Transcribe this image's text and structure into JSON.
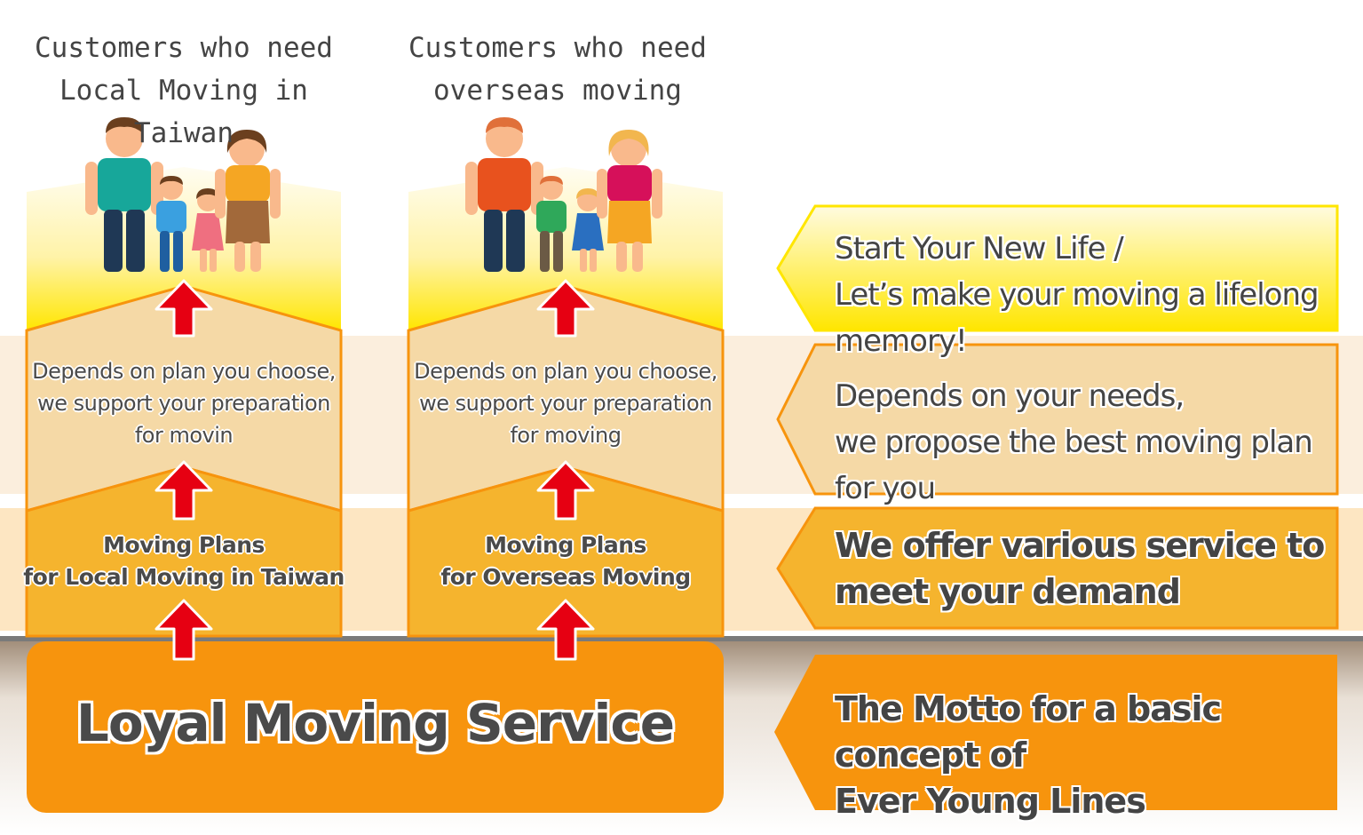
{
  "columns": [
    {
      "title_line1": "Customers who need",
      "title_line2": "Local Moving in Taiwan",
      "support_line1": "Depends on plan you choose,",
      "support_line2": "we support your preparation",
      "support_line3": "for movin",
      "plans_line1": "Moving Plans",
      "plans_line2": "for Local Moving in Taiwan"
    },
    {
      "title_line1": "Customers who need",
      "title_line2": "overseas moving",
      "support_line1": "Depends on plan you choose,",
      "support_line2": "we support your preparation",
      "support_line3": "for moving",
      "plans_line1": "Moving Plans",
      "plans_line2": "for Overseas Moving"
    }
  ],
  "base": {
    "label": "Loyal Moving Service"
  },
  "levels": [
    {
      "line1": "Start Your New Life /",
      "line2": "Let’s make your moving a lifelong memory!"
    },
    {
      "line1": "Depends on your needs,",
      "line2": "we propose the best moving plan for you"
    },
    {
      "line1": "We offer various service to",
      "line2": "meet your demand"
    },
    {
      "line1": "The Motto for a basic concept of",
      "line2": "Ever Young Lines"
    }
  ],
  "colors": {
    "top_yellow": "#ffe600",
    "pale_band": "#f5d9a6",
    "mid_orange": "#f5b42e",
    "base_orange": "#f7940d",
    "arrow_red": "#e60012",
    "text_dark": "#444444"
  },
  "icons": [
    "family-icon",
    "up-arrow-icon",
    "left-pointing-banner"
  ]
}
